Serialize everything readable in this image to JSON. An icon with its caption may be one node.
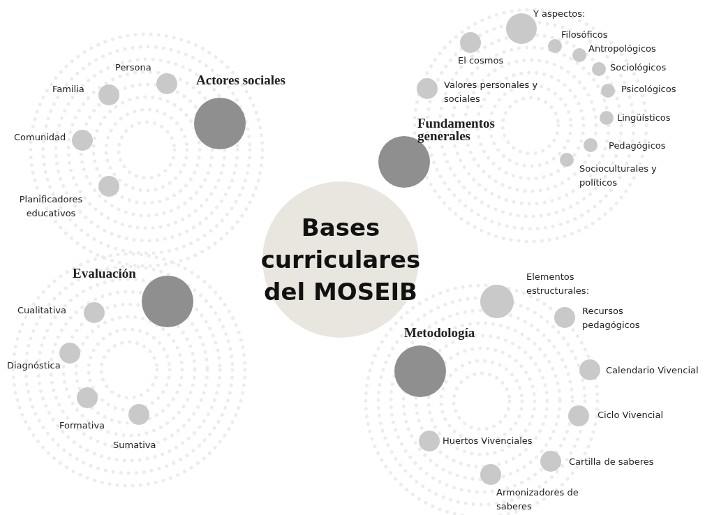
{
  "diagram": {
    "nodes": [
      {
        "text": [
          "Bases curriculares del MOSEIB"
        ]
      },
      {
        "text": [],
        "shape": "circle",
        "beside": [
          "Actores sociales"
        ]
      },
      {
        "text": [],
        "shape": "circle",
        "beside": [
          "Persona"
        ]
      },
      {
        "text": [],
        "shape": "circle",
        "beside": [
          "Familia"
        ]
      },
      {
        "text": [],
        "shape": "circle",
        "beside": [
          "Comunidad"
        ]
      },
      {
        "text": [],
        "shape": "circle",
        "beside": [
          "Planificadores educativos"
        ]
      },
      {
        "text": [],
        "shape": "circle",
        "beside": [
          "Fundamentos generales"
        ]
      },
      {
        "text": [],
        "shape": "circle",
        "beside": [
          "El cosmos"
        ]
      },
      {
        "text": [],
        "shape": "circle",
        "beside": [
          "Y aspectos:"
        ]
      },
      {
        "text": [],
        "shape": "circle",
        "beside": [
          "Valores personales y sociales"
        ]
      },
      {
        "text": [],
        "shape": "circle",
        "beside": [
          "Filosóficos"
        ]
      },
      {
        "text": [],
        "shape": "circle",
        "beside": [
          "Antropológicos"
        ]
      },
      {
        "text": [],
        "shape": "circle",
        "beside": [
          "Sociológicos"
        ]
      },
      {
        "text": [],
        "shape": "circle",
        "beside": [
          "Psicológicos"
        ]
      },
      {
        "text": [],
        "shape": "circle",
        "beside": [
          "Lingüísticos"
        ]
      },
      {
        "text": [],
        "shape": "circle",
        "beside": [
          "Pedagógicos"
        ]
      },
      {
        "text": [],
        "shape": "circle",
        "beside": [
          "Socioculturales y políticos"
        ]
      },
      {
        "text": [],
        "shape": "circle",
        "beside": [
          "Evaluación"
        ]
      },
      {
        "text": [],
        "shape": "circle",
        "beside": [
          "Cualitativa"
        ]
      },
      {
        "text": [],
        "shape": "circle",
        "beside": [
          "Diagnóstica"
        ]
      },
      {
        "text": [],
        "shape": "circle",
        "beside": [
          "Formativa"
        ]
      },
      {
        "text": [],
        "shape": "circle",
        "beside": [
          "Sumativa"
        ]
      },
      {
        "text": [],
        "shape": "circle",
        "beside": [
          "Metodología"
        ]
      },
      {
        "text": [],
        "shape": "circle",
        "beside": [
          "Elementos estructurales:"
        ]
      },
      {
        "text": [],
        "shape": "circle",
        "beside": [
          "Recursos pedagógicos"
        ]
      },
      {
        "text": [],
        "shape": "circle",
        "beside": [
          "Calendario Vivencial"
        ]
      },
      {
        "text": [],
        "shape": "circle",
        "beside": [
          "Ciclo Vivencial"
        ]
      },
      {
        "text": [],
        "shape": "circle",
        "beside": [
          "Huertos Vivenciales"
        ]
      },
      {
        "text": [],
        "shape": "circle",
        "beside": [
          "Cartilla de saberes"
        ]
      },
      {
        "text": [],
        "shape": "circle",
        "beside": [
          "Armonizadores de saberes"
        ]
      }
    ]
  }
}
